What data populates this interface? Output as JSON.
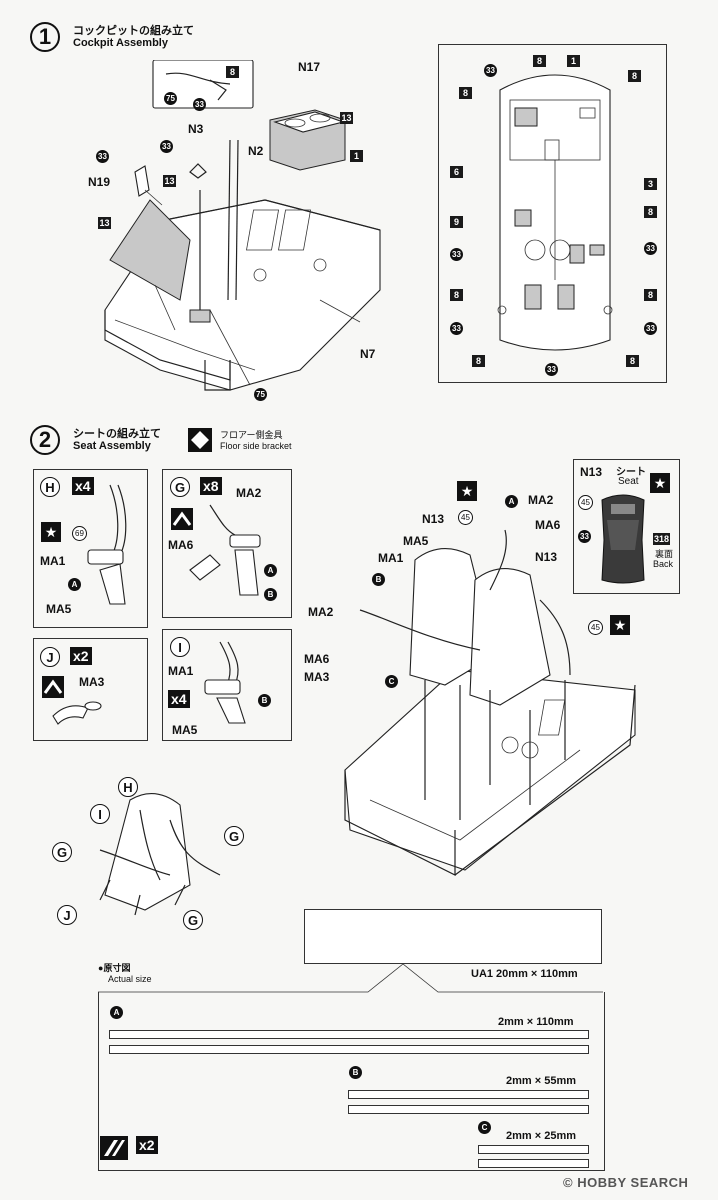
{
  "step1": {
    "number": "1",
    "title_jp": "コックピットの組み立て",
    "title_en": "Cockpit Assembly"
  },
  "step1_labels": {
    "n17": "N17",
    "n3": "N3",
    "n2": "N2",
    "n19": "N19",
    "n7": "N7",
    "c13a": "13",
    "c13b": "13",
    "c13c": "13",
    "c1": "1",
    "c8": "8",
    "c75a": "75",
    "c75b": "75",
    "c33a": "33",
    "c33b": "33",
    "c33c": "33"
  },
  "detail": {
    "c33": "33",
    "c8a": "8",
    "c1": "1",
    "c8b": "8",
    "c8c": "8",
    "c6": "6",
    "c3": "3",
    "c9": "9",
    "c8d": "8",
    "c33b": "33",
    "c33c": "33",
    "c8e": "8",
    "c8f": "8",
    "c33d": "33",
    "c33e": "33",
    "c8g": "8",
    "c8h": "8",
    "c33f": "33"
  },
  "step2": {
    "number": "2",
    "title_jp": "シートの組み立て",
    "title_en": "Seat Assembly",
    "bracket_jp": "フロアー側金具",
    "bracket_en": "Floor side bracket"
  },
  "boxH": {
    "letter": "H",
    "count": "x4",
    "c69": "69",
    "ma1": "MA1",
    "a": "A",
    "ma5": "MA5"
  },
  "boxG": {
    "letter": "G",
    "count": "x8",
    "ma2": "MA2",
    "ma6": "MA6",
    "a": "A",
    "b": "B"
  },
  "boxJ": {
    "letter": "J",
    "count": "x2",
    "ma3": "MA3"
  },
  "boxI": {
    "letter": "I",
    "count": "x4",
    "ma1": "MA1",
    "b": "B",
    "ma5": "MA5"
  },
  "seatbox": {
    "part": "N13",
    "jp": "シート",
    "en": "Seat",
    "c45": "45",
    "c33": "33",
    "c318": "318",
    "back_jp": "裏面",
    "back_en": "Back"
  },
  "main2": {
    "a": "A",
    "ma2a": "MA2",
    "n13a": "N13",
    "c45a": "45",
    "ma6a": "MA6",
    "ma5": "MA5",
    "ma1": "MA1",
    "b": "B",
    "n13b": "N13",
    "ma2b": "MA2",
    "ma6b": "MA6",
    "ma3": "MA3",
    "c": "C",
    "c45b": "45"
  },
  "small_seat": {
    "h": "H",
    "i": "I",
    "g1": "G",
    "g2": "G",
    "j": "J",
    "g3": "G"
  },
  "decal": {
    "ua1": "UA1 20mm × 110mm"
  },
  "actual": {
    "jp": "原寸図",
    "en": "Actual size",
    "a": "A",
    "a_size": "2mm × 110mm",
    "b": "B",
    "b_size": "2mm × 55mm",
    "c": "C",
    "c_size": "2mm × 25mm",
    "mult": "x2"
  },
  "watermark": {
    "text": "HOBBY SEARCH",
    "copy": "©"
  }
}
